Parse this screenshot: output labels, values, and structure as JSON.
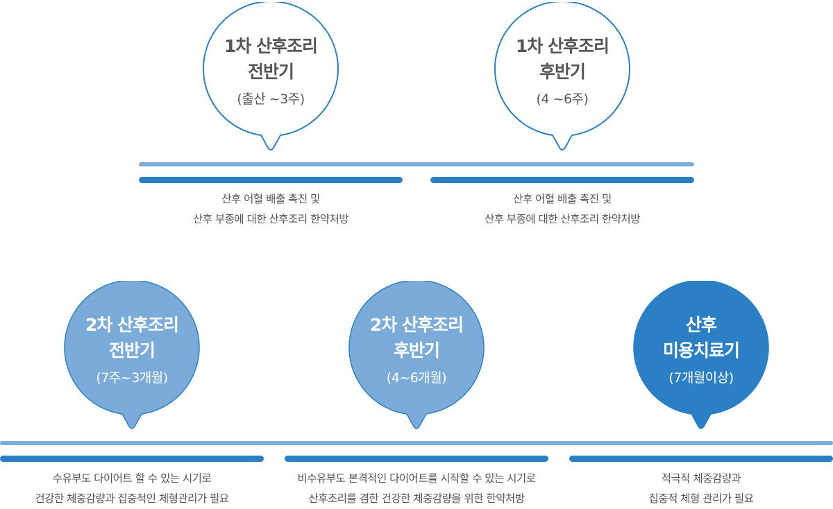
{
  "colors": {
    "dark_blue": "#2b80c5",
    "light_blue": "#7aabd9",
    "text_gray": "#555555"
  },
  "stages": [
    {
      "title": "1차 산후조리",
      "subtitle": "전반기",
      "period": "(출산 ~3주)",
      "desc_line1": "산후 어혈 배출 촉진 및",
      "desc_line2": "산후 부종에 대한 산후조리 한약처방"
    },
    {
      "title": "1차 산후조리",
      "subtitle": "후반기",
      "period": "(4 ~6주)",
      "desc_line1": "산후 어혈 배출 촉진 및",
      "desc_line2": "산후 부종에 대한 산후조리 한약처방"
    },
    {
      "title": "2차 산후조리",
      "subtitle": "전반기",
      "period": "(7주~3개월)",
      "desc_line1": "수유부도 다이어트 할 수 있는 시기로",
      "desc_line2": "건강한 체중감량과 집중적인 체형관리가 필요"
    },
    {
      "title": "2차 산후조리",
      "subtitle": "후반기",
      "period": "(4~6개월)",
      "desc_line1": "비수유부도 본격적인 다이어트를 시작할 수 있는 시기로",
      "desc_line2": "산후조리를 겸한 건강한  체중감량을 위한 한약처방"
    },
    {
      "title": "산후",
      "subtitle": "미용치료기",
      "period": "(7개월이상)",
      "desc_line1": "적극적 체중감량과",
      "desc_line2": "집중적 체형 관리가 필요"
    }
  ]
}
